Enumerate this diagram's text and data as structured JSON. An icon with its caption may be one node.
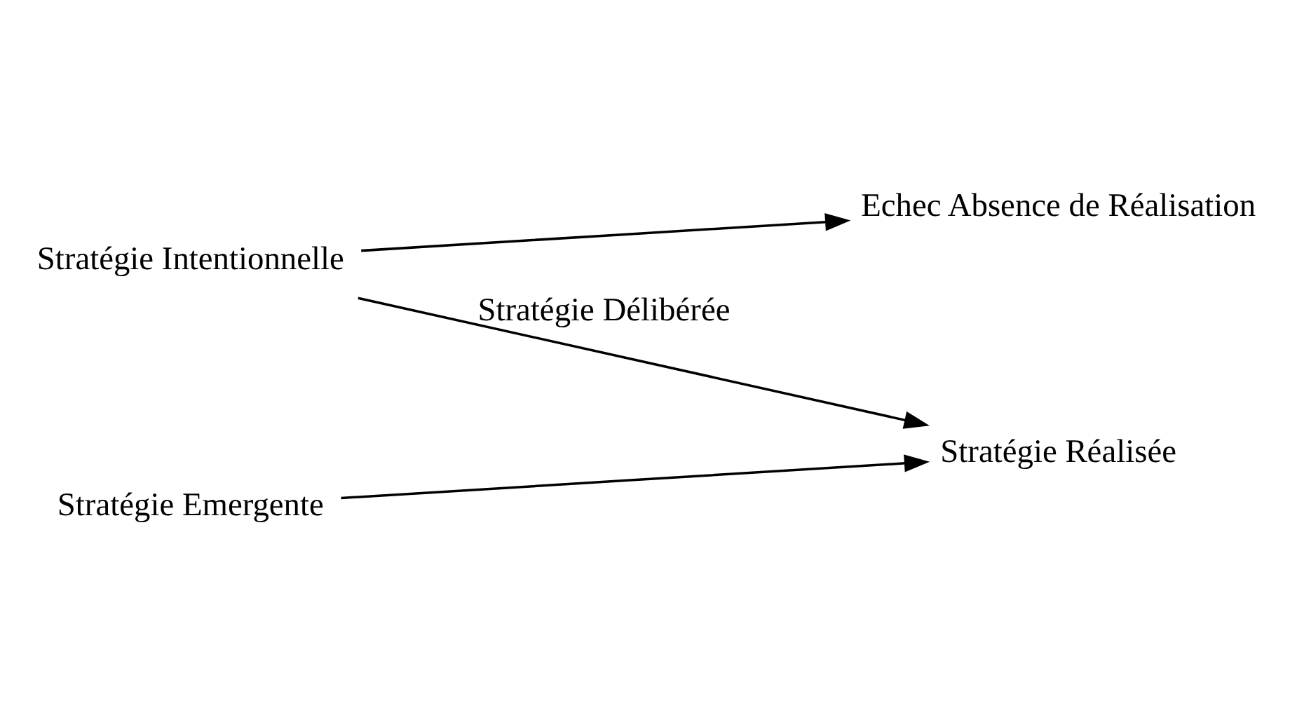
{
  "diagram": {
    "nodes": [
      {
        "text": [
          "Stratégie Intentionnelle"
        ]
      },
      {
        "text": [
          "Stratégie Réalisée"
        ]
      },
      {
        "text": [
          "Echec Absence de Réalisation"
        ]
      },
      {
        "text": [
          "Stratégie Emergente"
        ]
      }
    ],
    "edges": [
      {
        "from": 0,
        "to": 1,
        "arrow": "to",
        "label": "Stratégie Délibérée"
      },
      {
        "from": 0,
        "to": 2,
        "arrow": "to"
      },
      {
        "from": 3,
        "to": 1,
        "arrow": "to"
      }
    ]
  }
}
